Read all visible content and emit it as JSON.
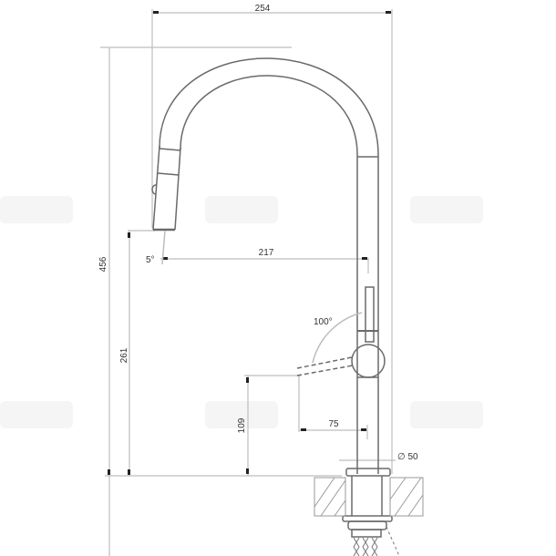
{
  "drawing": {
    "subject": "pull-down kitchen faucet technical drawing",
    "units": "mm",
    "dimensions": {
      "overall_reach": "254",
      "overall_height": "456",
      "spout_reach": "217",
      "spout_height": "261",
      "lever_height": "109",
      "lever_reach": "75",
      "body_diameter": "∅ 50",
      "spray_angle": "5°",
      "lever_rotation": "100°"
    },
    "watermarks": [
      "",
      "",
      "",
      "",
      "",
      ""
    ]
  },
  "colors": {
    "line": "#6a6a6a",
    "dim_line": "#bdbdbd",
    "text": "#333333",
    "background": "#ffffff"
  }
}
